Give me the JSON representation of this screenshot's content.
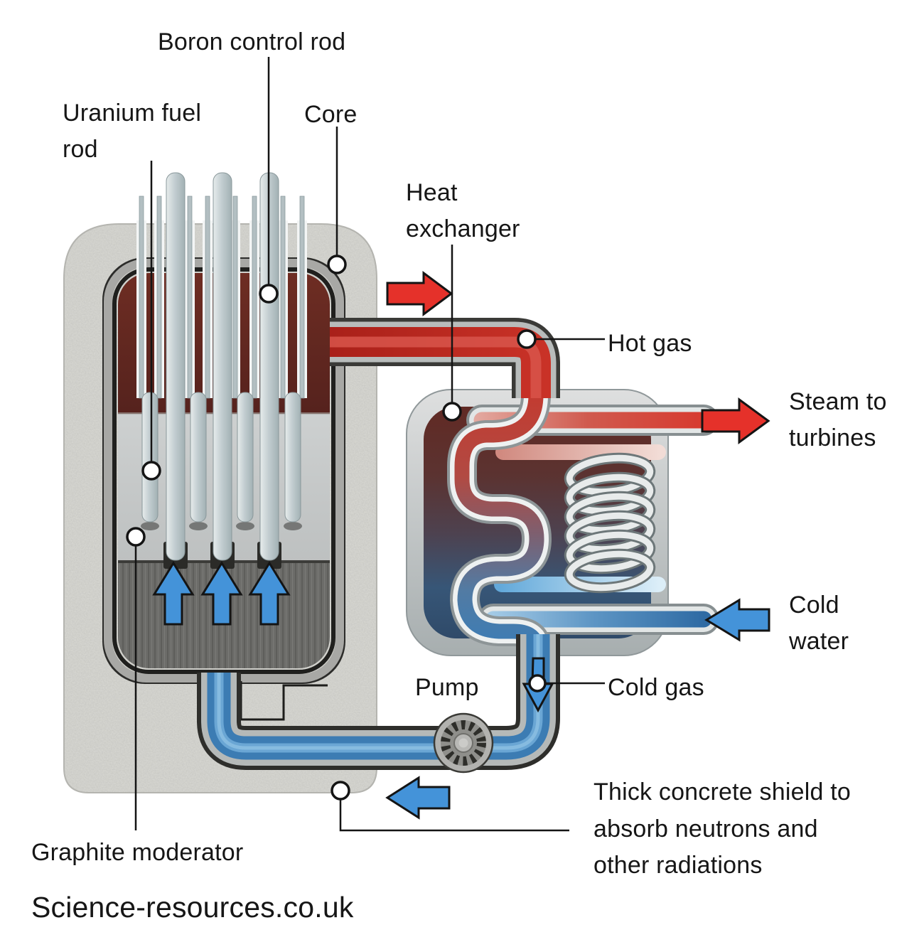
{
  "labels": {
    "boron": "Boron control rod",
    "uranium": "Uranium fuel rod",
    "core": "Core",
    "heat_exchanger": "Heat exchanger",
    "hot_gas": "Hot gas",
    "steam": "Steam to turbines",
    "cold_water": "Cold water",
    "pump": "Pump",
    "cold_gas": "Cold gas",
    "concrete_shield": "Thick concrete shield to absorb neutrons and other radiations",
    "graphite": "Graphite moderator"
  },
  "watermark": "Science-resources.co.uk",
  "flow_arrows": [
    "hot-gas-to-heat-exchanger-right-arrow",
    "steam-to-turbines-right-arrow",
    "cold-water-inlet-left-arrow",
    "coolant-return-left-arrow",
    "cold-gas-down-arrow",
    "core-coolant-up-arrows-x3"
  ],
  "colors": {
    "hot": "#e5312a",
    "cold": "#4493d9",
    "ink": "#161616",
    "concrete": "#d5d5d0",
    "core": "#5e261f",
    "graphite": "#6a6a67",
    "steel": "#b6bab9"
  }
}
